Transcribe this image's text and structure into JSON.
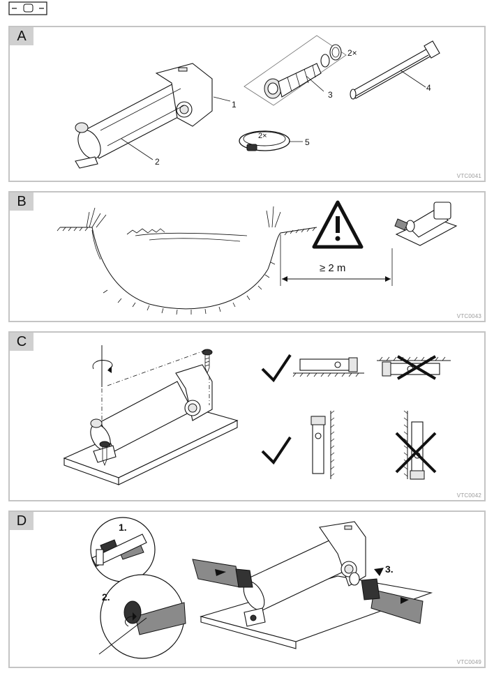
{
  "panels": {
    "a": {
      "label": "A",
      "code": "VTC0041",
      "parts": {
        "p1": "1",
        "p2": "2",
        "p3": "3",
        "p4": "4",
        "p5": "5",
        "qty3": "2×",
        "qty5": "2×"
      }
    },
    "b": {
      "label": "B",
      "code": "VTC0043",
      "distance": "≥ 2 m"
    },
    "c": {
      "label": "C",
      "code": "VTC0042"
    },
    "d": {
      "label": "D",
      "code": "VTC0049",
      "steps": {
        "s1": "1.",
        "s2": "2.",
        "s3": "3."
      }
    }
  }
}
